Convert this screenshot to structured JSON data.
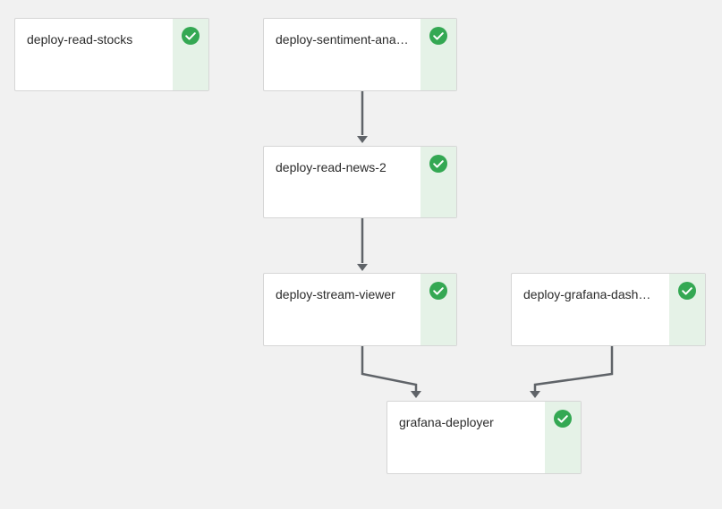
{
  "nodes": [
    {
      "id": "deploy-read-stocks",
      "label": "deploy-read-stocks",
      "status": "succeeded"
    },
    {
      "id": "deploy-sentiment-analysis",
      "label": "deploy-sentiment-ana…",
      "status": "succeeded"
    },
    {
      "id": "deploy-read-news-2",
      "label": "deploy-read-news-2",
      "status": "succeeded"
    },
    {
      "id": "deploy-stream-viewer",
      "label": "deploy-stream-viewer",
      "status": "succeeded"
    },
    {
      "id": "deploy-grafana-dashboard",
      "label": "deploy-grafana-dashb…",
      "status": "succeeded"
    },
    {
      "id": "grafana-deployer",
      "label": "grafana-deployer",
      "status": "succeeded"
    }
  ],
  "colors": {
    "success": "#34a853",
    "status_bg": "#e5f2e7",
    "edge": "#5f6368",
    "canvas_bg": "#f1f1f1"
  },
  "icons": {
    "status": "check-circle-icon"
  }
}
